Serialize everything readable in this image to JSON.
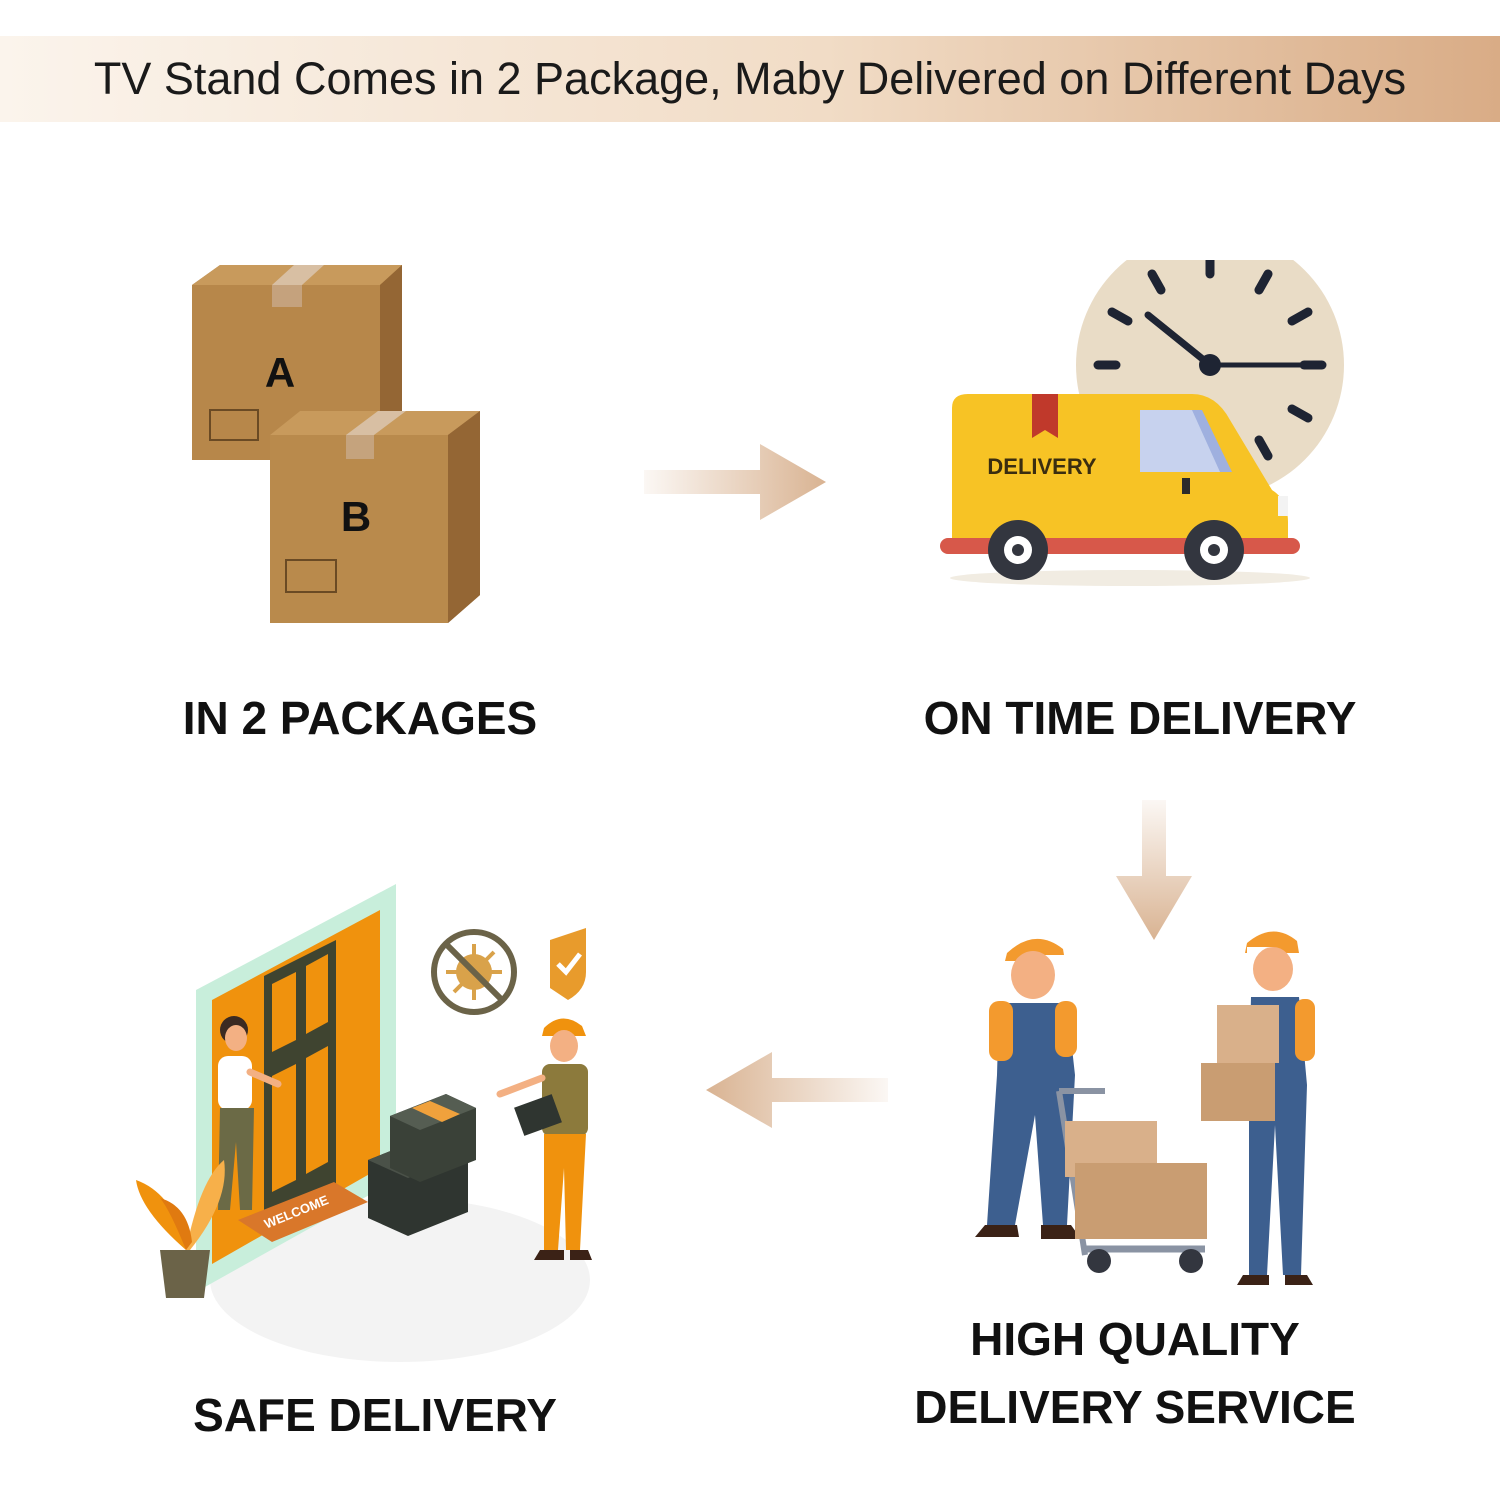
{
  "banner": {
    "title": "TV Stand Comes in 2 Package, Maby Delivered on Different Days"
  },
  "steps": [
    {
      "caption": "IN 2 PACKAGES",
      "box_a": "A",
      "box_b": "B"
    },
    {
      "caption": "ON TIME DELIVERY",
      "van_text": "DELIVERY"
    },
    {
      "caption_line1": "HIGH QUALITY",
      "caption_line2": "DELIVERY SERVICE"
    },
    {
      "caption": "SAFE DELIVERY",
      "mat_text": "WELCOME"
    }
  ],
  "colors": {
    "box": "#b7874a",
    "van": "#f7c325",
    "arrow": "#d9b392",
    "accent": "#f0920d"
  },
  "icons": [
    "boxes-icon",
    "clock-icon",
    "van-icon",
    "arrow-right-icon",
    "arrow-down-icon",
    "arrow-left-icon",
    "virus-blocked-icon",
    "shield-check-icon",
    "plant-icon"
  ]
}
